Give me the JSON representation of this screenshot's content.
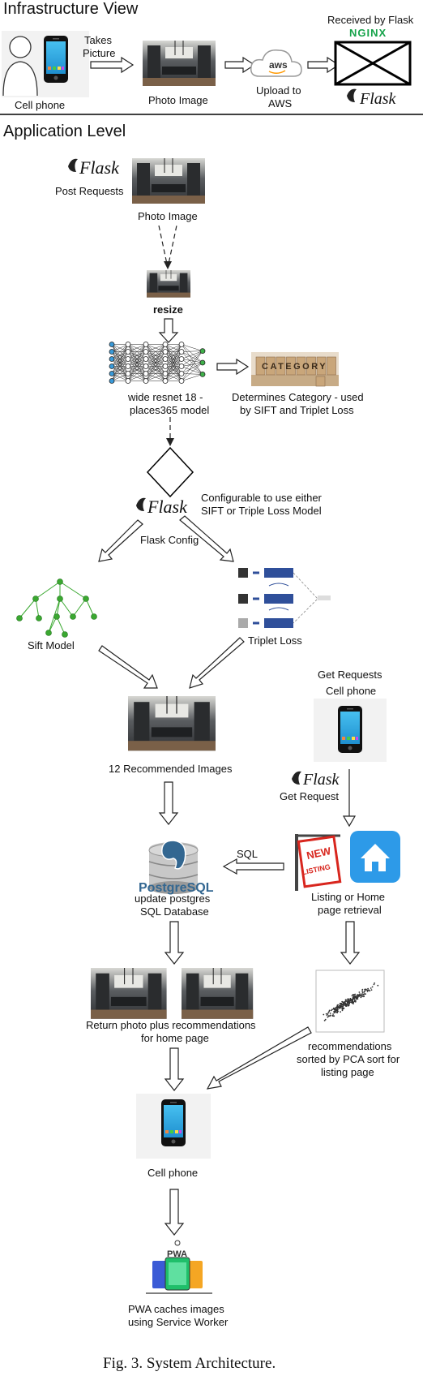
{
  "sections": {
    "infrastructure": "Infrastructure View",
    "application": "Application Level"
  },
  "infra": {
    "cell_phone": "Cell phone",
    "takes_picture_1": "Takes",
    "takes_picture_2": "Picture",
    "photo_image": "Photo Image",
    "aws_logo": "aws",
    "upload_1": "Upload to",
    "upload_2": "AWS",
    "received": "Received by Flask",
    "nginx": "NGINX",
    "flask_logo": "Flask"
  },
  "app": {
    "flask_logo": "Flask",
    "post_requests": "Post Requests",
    "photo_image": "Photo Image",
    "resize": "resize",
    "model_1": "wide resnet 18 -",
    "model_2": "places365 model",
    "category_word": "CATEGORY",
    "category_1": "Determines Category - used",
    "category_2": "by SIFT and Triplet Loss",
    "config_1": "Configurable to use either",
    "config_2": "SIFT or Triple Loss Model",
    "flask_config": "Flask Config",
    "sift_model": "Sift Model",
    "triplet_loss": "Triplet Loss",
    "recommended": "12 Recommended Images",
    "get_requests": "Get Requests",
    "cell_phone_top": "Cell phone",
    "get_request": "Get Request",
    "sql": "SQL",
    "postgres_logo": "PostgreSQL",
    "postgres_1": "update postgres",
    "postgres_2": "SQL Database",
    "new_listing_1": "NEW",
    "new_listing_2": "LISTING",
    "listing_1": "Listing or Home",
    "listing_2": "page retrieval",
    "return_1": "Return photo plus recommendations",
    "return_2": "for home page",
    "pca_1": "recommendations",
    "pca_2": "sorted by PCA sort for",
    "pca_3": "listing page",
    "cell_phone_bottom": "Cell phone",
    "pwa_logo": "PWA",
    "pwa_1": "PWA caches images",
    "pwa_2": "using Service Worker"
  },
  "caption": "Fig. 3.  System Architecture.",
  "colors": {
    "phone_screen": "#29a8e0",
    "kitchen_dark": "#3b3e42",
    "kitchen_floor": "#8a6a4a",
    "nn_blue": "#3a9ad9",
    "nn_green": "#3fb04a",
    "tree_green": "#3aa830",
    "triplet_blue": "#2f4f9a",
    "postgres_blue": "#336791",
    "house_blue": "#2d9ae8",
    "sign_red": "#d8261e",
    "nginx_green": "#16a34a",
    "aws_orange": "#ff9900",
    "category_wood": "#b08a60"
  }
}
